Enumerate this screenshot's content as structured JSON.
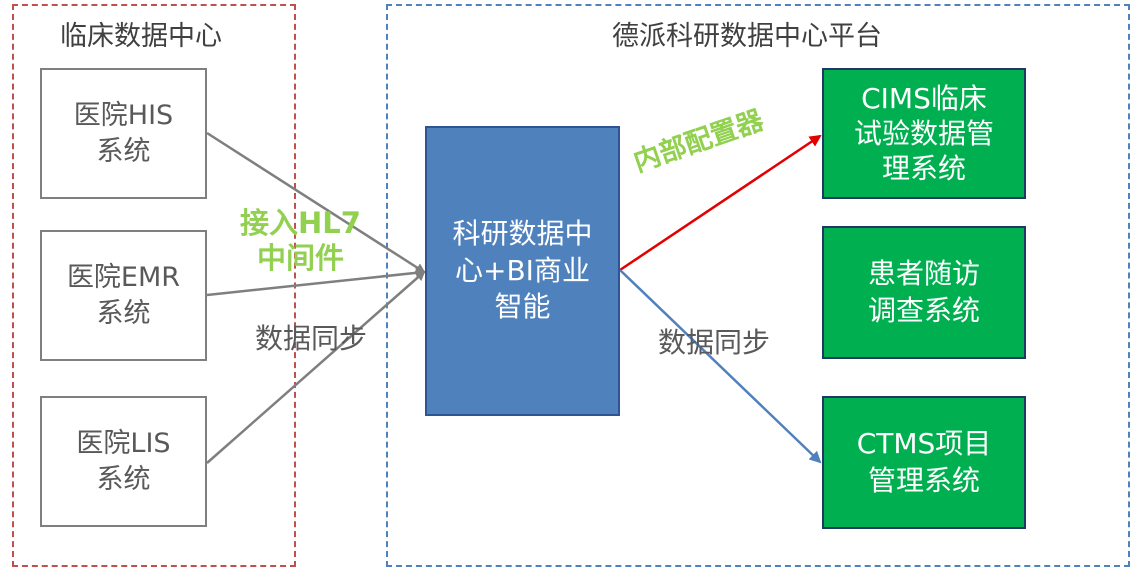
{
  "regions": {
    "clinical": {
      "title": "临床数据中心",
      "color": "#c0504d"
    },
    "platform": {
      "title": "德派科研数据中心平台",
      "color": "#4f81bd"
    }
  },
  "sources": [
    {
      "id": "his",
      "label": "医院HIS\n系统"
    },
    {
      "id": "emr",
      "label": "医院EMR\n系统"
    },
    {
      "id": "lis",
      "label": "医院LIS\n系统"
    }
  ],
  "center": {
    "label": "科研数据中\n心+BI商业\n智能",
    "color": "#4f81bd"
  },
  "targets": [
    {
      "id": "cims",
      "label": "CIMS临床\n试验数据管\n理系统"
    },
    {
      "id": "followup",
      "label": "患者随访\n调查系统"
    },
    {
      "id": "ctms",
      "label": "CTMS项目\n管理系统"
    }
  ],
  "labels": {
    "hl7": "接入HL7\n中间件",
    "sync_left": "数据同步",
    "config": "内部配置器",
    "sync_right": "数据同步"
  },
  "colors": {
    "source_line": "#7f7f7f",
    "config_line": "#e30000",
    "sync_line": "#4f81bd",
    "target_fill": "#00b050",
    "label_green": "#92d050"
  }
}
